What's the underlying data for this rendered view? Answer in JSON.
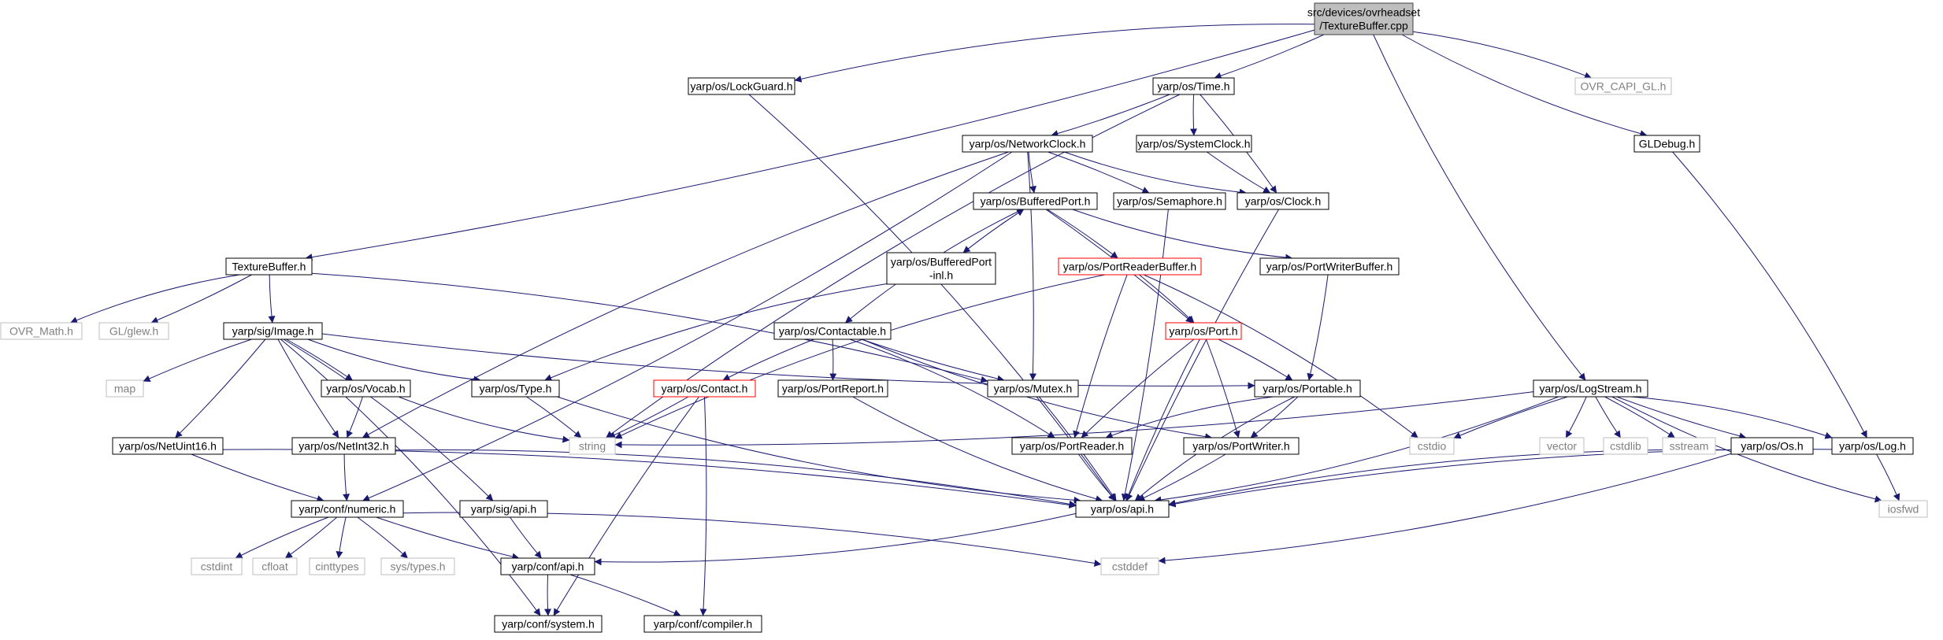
{
  "colors": {
    "edge": "#191970",
    "node_fill": "#ffffff",
    "node_border": "#000000",
    "root_fill": "#bfbfbf",
    "root_border": "#404040",
    "missing_border": "#bfbfbf",
    "missing_text": "#808080",
    "truncated_border": "#ff0000"
  },
  "nodes": [
    {
      "id": "root",
      "lines": [
        "src/devices/ovrheadset",
        "/TextureBuffer.cpp"
      ],
      "style": "root"
    },
    {
      "id": "lockguard",
      "lines": [
        "yarp/os/LockGuard.h"
      ],
      "style": "normal"
    },
    {
      "id": "time",
      "lines": [
        "yarp/os/Time.h"
      ],
      "style": "normal"
    },
    {
      "id": "ovrcapi",
      "lines": [
        "OVR_CAPI_GL.h"
      ],
      "style": "missing"
    },
    {
      "id": "networkclock",
      "lines": [
        "yarp/os/NetworkClock.h"
      ],
      "style": "normal"
    },
    {
      "id": "systemclock",
      "lines": [
        "yarp/os/SystemClock.h"
      ],
      "style": "normal"
    },
    {
      "id": "gldebug",
      "lines": [
        "GLDebug.h"
      ],
      "style": "normal"
    },
    {
      "id": "bufferedport",
      "lines": [
        "yarp/os/BufferedPort.h"
      ],
      "style": "normal"
    },
    {
      "id": "semaphore",
      "lines": [
        "yarp/os/Semaphore.h"
      ],
      "style": "normal"
    },
    {
      "id": "clock",
      "lines": [
        "yarp/os/Clock.h"
      ],
      "style": "normal"
    },
    {
      "id": "bufferedportinl",
      "lines": [
        "yarp/os/BufferedPort",
        "-inl.h"
      ],
      "style": "normal"
    },
    {
      "id": "portreaderbuffer",
      "lines": [
        "yarp/os/PortReaderBuffer.h"
      ],
      "style": "truncated"
    },
    {
      "id": "portwriterbuffer",
      "lines": [
        "yarp/os/PortWriterBuffer.h"
      ],
      "style": "normal"
    },
    {
      "id": "texturebuffer",
      "lines": [
        "TextureBuffer.h"
      ],
      "style": "normal"
    },
    {
      "id": "ovrmath",
      "lines": [
        "OVR_Math.h"
      ],
      "style": "missing"
    },
    {
      "id": "glew",
      "lines": [
        "GL/glew.h"
      ],
      "style": "missing"
    },
    {
      "id": "image",
      "lines": [
        "yarp/sig/Image.h"
      ],
      "style": "normal"
    },
    {
      "id": "contactable",
      "lines": [
        "yarp/os/Contactable.h"
      ],
      "style": "normal"
    },
    {
      "id": "port",
      "lines": [
        "yarp/os/Port.h"
      ],
      "style": "truncated"
    },
    {
      "id": "map",
      "lines": [
        "map"
      ],
      "style": "missing"
    },
    {
      "id": "vocab",
      "lines": [
        "yarp/os/Vocab.h"
      ],
      "style": "normal"
    },
    {
      "id": "type",
      "lines": [
        "yarp/os/Type.h"
      ],
      "style": "normal"
    },
    {
      "id": "contact",
      "lines": [
        "yarp/os/Contact.h"
      ],
      "style": "truncated"
    },
    {
      "id": "portreport",
      "lines": [
        "yarp/os/PortReport.h"
      ],
      "style": "normal"
    },
    {
      "id": "mutex",
      "lines": [
        "yarp/os/Mutex.h"
      ],
      "style": "normal"
    },
    {
      "id": "portable",
      "lines": [
        "yarp/os/Portable.h"
      ],
      "style": "normal"
    },
    {
      "id": "logstream",
      "lines": [
        "yarp/os/LogStream.h"
      ],
      "style": "normal"
    },
    {
      "id": "netuint16",
      "lines": [
        "yarp/os/NetUint16.h"
      ],
      "style": "normal"
    },
    {
      "id": "netint32",
      "lines": [
        "yarp/os/NetInt32.h"
      ],
      "style": "normal"
    },
    {
      "id": "string",
      "lines": [
        "string"
      ],
      "style": "missing"
    },
    {
      "id": "portreader",
      "lines": [
        "yarp/os/PortReader.h"
      ],
      "style": "normal"
    },
    {
      "id": "portwriter",
      "lines": [
        "yarp/os/PortWriter.h"
      ],
      "style": "normal"
    },
    {
      "id": "cstdio",
      "lines": [
        "cstdio"
      ],
      "style": "missing"
    },
    {
      "id": "vector",
      "lines": [
        "vector"
      ],
      "style": "missing"
    },
    {
      "id": "cstdlib",
      "lines": [
        "cstdlib"
      ],
      "style": "missing"
    },
    {
      "id": "sstream",
      "lines": [
        "sstream"
      ],
      "style": "missing"
    },
    {
      "id": "osos",
      "lines": [
        "yarp/os/Os.h"
      ],
      "style": "normal"
    },
    {
      "id": "log",
      "lines": [
        "yarp/os/Log.h"
      ],
      "style": "normal"
    },
    {
      "id": "numeric",
      "lines": [
        "yarp/conf/numeric.h"
      ],
      "style": "normal"
    },
    {
      "id": "sigapi",
      "lines": [
        "yarp/sig/api.h"
      ],
      "style": "normal"
    },
    {
      "id": "osapi",
      "lines": [
        "yarp/os/api.h"
      ],
      "style": "normal"
    },
    {
      "id": "iosfwd",
      "lines": [
        "iosfwd"
      ],
      "style": "missing"
    },
    {
      "id": "cstdint",
      "lines": [
        "cstdint"
      ],
      "style": "missing"
    },
    {
      "id": "cfloat",
      "lines": [
        "cfloat"
      ],
      "style": "missing"
    },
    {
      "id": "cinttypes",
      "lines": [
        "cinttypes"
      ],
      "style": "missing"
    },
    {
      "id": "systypes",
      "lines": [
        "sys/types.h"
      ],
      "style": "missing"
    },
    {
      "id": "confapi",
      "lines": [
        "yarp/conf/api.h"
      ],
      "style": "normal"
    },
    {
      "id": "cstddef",
      "lines": [
        "cstddef"
      ],
      "style": "missing"
    },
    {
      "id": "system",
      "lines": [
        "yarp/conf/system.h"
      ],
      "style": "normal"
    },
    {
      "id": "compiler",
      "lines": [
        "yarp/conf/compiler.h"
      ],
      "style": "normal"
    }
  ],
  "edges": [
    [
      "root",
      "texturebuffer"
    ],
    [
      "root",
      "lockguard"
    ],
    [
      "root",
      "time"
    ],
    [
      "root",
      "logstream"
    ],
    [
      "root",
      "ovrcapi"
    ],
    [
      "root",
      "gldebug"
    ],
    [
      "lockguard",
      "osapi"
    ],
    [
      "time",
      "string"
    ],
    [
      "time",
      "networkclock"
    ],
    [
      "time",
      "systemclock"
    ],
    [
      "time",
      "clock"
    ],
    [
      "networkclock",
      "bufferedport"
    ],
    [
      "networkclock",
      "semaphore"
    ],
    [
      "networkclock",
      "clock"
    ],
    [
      "networkclock",
      "mutex"
    ],
    [
      "networkclock",
      "netint32"
    ],
    [
      "networkclock",
      "numeric"
    ],
    [
      "systemclock",
      "clock"
    ],
    [
      "semaphore",
      "osapi"
    ],
    [
      "clock",
      "osapi"
    ],
    [
      "gldebug",
      "log"
    ],
    [
      "bufferedport",
      "bufferedportinl"
    ],
    [
      "bufferedport",
      "portreaderbuffer"
    ],
    [
      "bufferedport",
      "portwriterbuffer"
    ],
    [
      "bufferedport",
      "port"
    ],
    [
      "bufferedport",
      "contactable"
    ],
    [
      "bufferedportinl",
      "bufferedport"
    ],
    [
      "bufferedportinl",
      "type"
    ],
    [
      "portreaderbuffer",
      "port"
    ],
    [
      "portreaderbuffer",
      "portreader"
    ],
    [
      "portreaderbuffer",
      "cstdio"
    ],
    [
      "portreaderbuffer",
      "string"
    ],
    [
      "portwriterbuffer",
      "portable"
    ],
    [
      "texturebuffer",
      "ovrmath"
    ],
    [
      "texturebuffer",
      "glew"
    ],
    [
      "texturebuffer",
      "image"
    ],
    [
      "texturebuffer",
      "mutex"
    ],
    [
      "image",
      "map"
    ],
    [
      "image",
      "vocab"
    ],
    [
      "image",
      "type"
    ],
    [
      "image",
      "netuint16"
    ],
    [
      "image",
      "netint32"
    ],
    [
      "image",
      "sigapi"
    ],
    [
      "image",
      "portable"
    ],
    [
      "image",
      "system"
    ],
    [
      "contactable",
      "contact"
    ],
    [
      "contactable",
      "portreport"
    ],
    [
      "contactable",
      "mutex"
    ],
    [
      "contactable",
      "portreader"
    ],
    [
      "contactable",
      "portwriter"
    ],
    [
      "port",
      "portable"
    ],
    [
      "port",
      "portreader"
    ],
    [
      "port",
      "portwriter"
    ],
    [
      "port",
      "osapi"
    ],
    [
      "vocab",
      "netint32"
    ],
    [
      "vocab",
      "string"
    ],
    [
      "type",
      "string"
    ],
    [
      "type",
      "osapi"
    ],
    [
      "contact",
      "string"
    ],
    [
      "contact",
      "system"
    ],
    [
      "contact",
      "compiler"
    ],
    [
      "portreport",
      "osapi"
    ],
    [
      "mutex",
      "osapi"
    ],
    [
      "portable",
      "portreader"
    ],
    [
      "portable",
      "portwriter"
    ],
    [
      "portable",
      "osapi"
    ],
    [
      "logstream",
      "string"
    ],
    [
      "logstream",
      "cstdio"
    ],
    [
      "logstream",
      "vector"
    ],
    [
      "logstream",
      "cstdlib"
    ],
    [
      "logstream",
      "sstream"
    ],
    [
      "logstream",
      "osos"
    ],
    [
      "logstream",
      "log"
    ],
    [
      "logstream",
      "iosfwd"
    ],
    [
      "logstream",
      "osapi"
    ],
    [
      "netuint16",
      "numeric"
    ],
    [
      "netuint16",
      "osapi"
    ],
    [
      "netint32",
      "numeric"
    ],
    [
      "netint32",
      "osapi"
    ],
    [
      "portreader",
      "osapi"
    ],
    [
      "portwriter",
      "osapi"
    ],
    [
      "osos",
      "osapi"
    ],
    [
      "osos",
      "cstddef"
    ],
    [
      "log",
      "osapi"
    ],
    [
      "log",
      "iosfwd"
    ],
    [
      "numeric",
      "cstdint"
    ],
    [
      "numeric",
      "cfloat"
    ],
    [
      "numeric",
      "cinttypes"
    ],
    [
      "numeric",
      "systypes"
    ],
    [
      "numeric",
      "confapi"
    ],
    [
      "numeric",
      "cstddef"
    ],
    [
      "sigapi",
      "confapi"
    ],
    [
      "osapi",
      "confapi"
    ],
    [
      "confapi",
      "system"
    ],
    [
      "confapi",
      "compiler"
    ]
  ]
}
